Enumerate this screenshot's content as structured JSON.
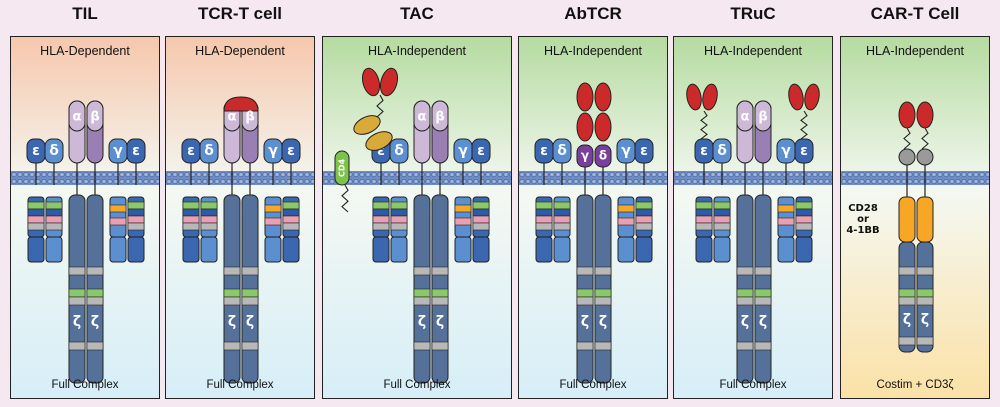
{
  "colors": {
    "hla_dependent_top": "#f6c7ad",
    "hla_independent_top": "#b5dba0",
    "car_bottom": "#fbe1a6",
    "panel_bottom": "#d6eef8",
    "membrane": "#6f8dc4",
    "alpha_beta": "#cdb8d8",
    "beta_dark": "#9a7fb5",
    "cd3_dark": "#3a67b0",
    "cd3_light": "#5b8fd0",
    "zeta": "#55719a",
    "antibody_red": "#cc2a2a",
    "cd4_green": "#7dc24b",
    "ucht1_gold": "#d9aa3a",
    "costim_orange": "#f7a626",
    "hinge_gray": "#9a9a9a"
  },
  "panels": [
    {
      "title": "TIL",
      "subtitle": "HLA-Dependent",
      "footer": "Full Complex"
    },
    {
      "title": "TCR-T cell",
      "subtitle": "HLA-Dependent",
      "footer": "Full Complex"
    },
    {
      "title": "TAC",
      "subtitle": "HLA-Independent",
      "footer": "Full Complex"
    },
    {
      "title": "AbTCR",
      "subtitle": "HLA-Independent",
      "footer": "Full Complex"
    },
    {
      "title": "TRuC",
      "subtitle": "HLA-Independent",
      "footer": "Full Complex"
    },
    {
      "title": "CAR-T Cell",
      "subtitle": "HLA-Independent",
      "footer": "Costim + CD3ζ"
    }
  ],
  "glyphs": {
    "epsilon": "ε",
    "delta": "δ",
    "gamma": "γ",
    "alpha": "α",
    "beta": "β",
    "zeta": "ζ",
    "cd4": "CD4",
    "costim_line1": "CD28",
    "costim_line2": "or",
    "costim_line3": "4-1BB"
  }
}
